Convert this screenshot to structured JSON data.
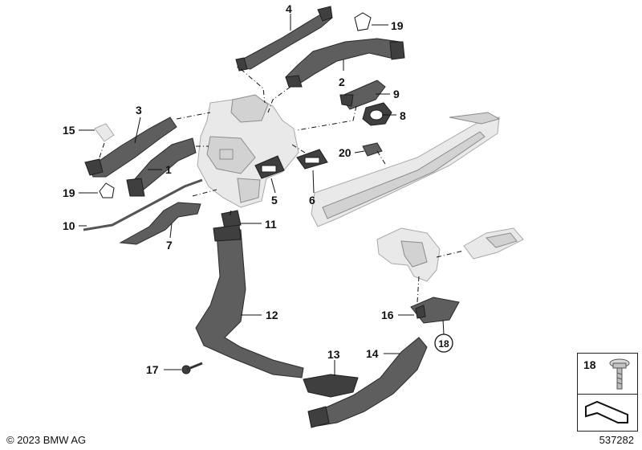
{
  "callouts": [
    {
      "id": "4",
      "label": "4"
    },
    {
      "id": "19a",
      "label": "19"
    },
    {
      "id": "2",
      "label": "2"
    },
    {
      "id": "9",
      "label": "9"
    },
    {
      "id": "8",
      "label": "8"
    },
    {
      "id": "3",
      "label": "3"
    },
    {
      "id": "15",
      "label": "15"
    },
    {
      "id": "1",
      "label": "1"
    },
    {
      "id": "20",
      "label": "20"
    },
    {
      "id": "19b",
      "label": "19"
    },
    {
      "id": "5",
      "label": "5"
    },
    {
      "id": "6",
      "label": "6"
    },
    {
      "id": "10",
      "label": "10"
    },
    {
      "id": "11",
      "label": "11"
    },
    {
      "id": "7",
      "label": "7"
    },
    {
      "id": "12",
      "label": "12"
    },
    {
      "id": "16",
      "label": "16"
    },
    {
      "id": "18c",
      "label": "18"
    },
    {
      "id": "13",
      "label": "13"
    },
    {
      "id": "14",
      "label": "14"
    },
    {
      "id": "17",
      "label": "17"
    }
  ],
  "legend": {
    "part_number": "18"
  },
  "footer": {
    "copyright": "© 2023 BMW AG",
    "document_number": "537282"
  }
}
